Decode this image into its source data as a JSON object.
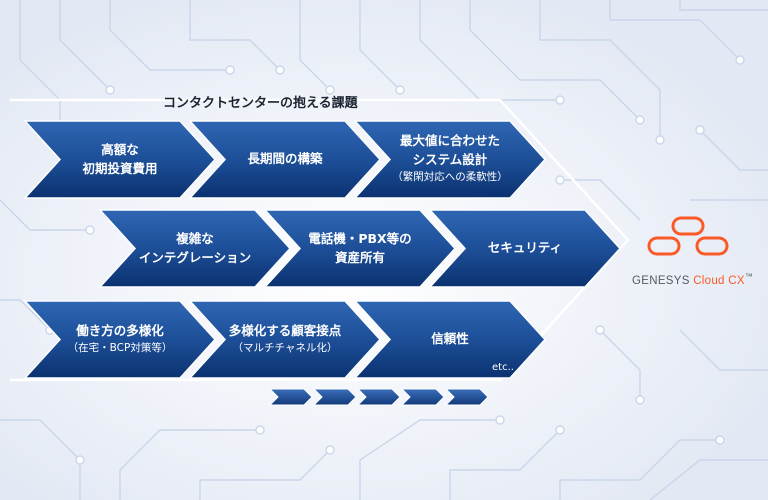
{
  "heading": "コンタクトセンターの抱える課題",
  "rows": [
    [
      {
        "main": [
          "高額な",
          "初期投資費用"
        ],
        "sub": ""
      },
      {
        "main": [
          "長期間の構築"
        ],
        "sub": ""
      },
      {
        "main": [
          "最大値に合わせた",
          "システム設計"
        ],
        "sub": "（繁閑対応への柔軟性）"
      }
    ],
    [
      {
        "main": [
          "複雑な",
          "インテグレーション"
        ],
        "sub": ""
      },
      {
        "main": [
          "電話機・PBX等の",
          "資産所有"
        ],
        "sub": ""
      },
      {
        "main": [
          "セキュリティ"
        ],
        "sub": ""
      }
    ],
    [
      {
        "main": [
          "働き方の多様化"
        ],
        "sub": "（在宅・BCP対策等）"
      },
      {
        "main": [
          "多様化する顧客接点"
        ],
        "sub": "（マルチチャネル化）"
      },
      {
        "main": [
          "信頼性"
        ],
        "sub": ""
      }
    ]
  ],
  "etc_label": "etc..",
  "logo": {
    "name_part1": "GENESYS",
    "name_part2": "Cloud CX",
    "mark": "™"
  },
  "colors": {
    "chevron_top": "#2a5ea8",
    "chevron_bottom": "#0c3370",
    "accent": "#fa5a28",
    "background": "#eef2f9"
  }
}
